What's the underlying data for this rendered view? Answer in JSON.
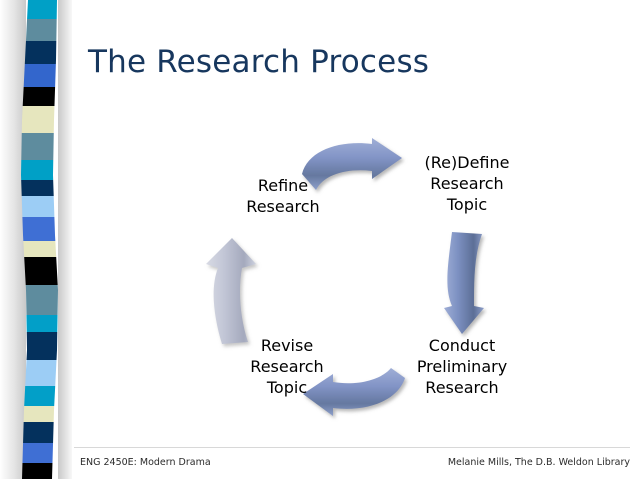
{
  "slide": {
    "title": "The Research Process",
    "title_color": "#17375E",
    "background_color": "#FFFFFF"
  },
  "decorative_band": {
    "name": "left-striped-band",
    "stripes": [
      {
        "color": "#00A0C6",
        "height": 22
      },
      {
        "color": "#5E8C9E",
        "height": 25
      },
      {
        "color": "#04315D",
        "height": 26
      },
      {
        "color": "#3366CC",
        "height": 27
      },
      {
        "color": "#000000",
        "height": 21
      },
      {
        "color": "#E6E6BE",
        "height": 31
      },
      {
        "color": "#5E8C9E",
        "height": 31
      },
      {
        "color": "#00A0C6",
        "height": 23
      },
      {
        "color": "#04315D",
        "height": 19
      },
      {
        "color": "#9CCDF5",
        "height": 24
      },
      {
        "color": "#3F6FD4",
        "height": 27
      },
      {
        "color": "#E6E6BE",
        "height": 19
      },
      {
        "color": "#000000",
        "height": 32
      },
      {
        "color": "#5E8C9E",
        "height": 34
      },
      {
        "color": "#029FC8",
        "height": 20
      },
      {
        "color": "#04315D",
        "height": 32
      },
      {
        "color": "#9CCDF5",
        "height": 29
      },
      {
        "color": "#029FC8",
        "height": 24
      },
      {
        "color": "#E6E6BE",
        "height": 18
      },
      {
        "color": "#04315D",
        "height": 24
      },
      {
        "color": "#3F6FD4",
        "height": 23
      },
      {
        "color": "#000000",
        "height": 18
      }
    ]
  },
  "cycle": {
    "name": "research-process-cycle",
    "nodes": [
      {
        "id": "redefine",
        "label": "(Re)Define\nResearch\nTopic",
        "position": "top-right"
      },
      {
        "id": "conduct",
        "label": "Conduct\nPreliminary\nResearch",
        "position": "bottom-right"
      },
      {
        "id": "revise",
        "label": "Revise\nResearch\nTopic",
        "position": "bottom-left"
      },
      {
        "id": "refine",
        "label": "Refine\nResearch",
        "position": "top-left"
      }
    ],
    "arrows": [
      {
        "id": "top",
        "direction": "right",
        "fill": "#7B8FC4"
      },
      {
        "id": "right",
        "direction": "down",
        "fill": "#6E86B8"
      },
      {
        "id": "bottom",
        "direction": "left",
        "fill": "#7B8FC4"
      },
      {
        "id": "left",
        "direction": "up",
        "fill": "#B9BCCB"
      }
    ]
  },
  "footer": {
    "left": "ENG 2450E: Modern Drama",
    "right": "Melanie Mills, The D.B. Weldon Library"
  }
}
